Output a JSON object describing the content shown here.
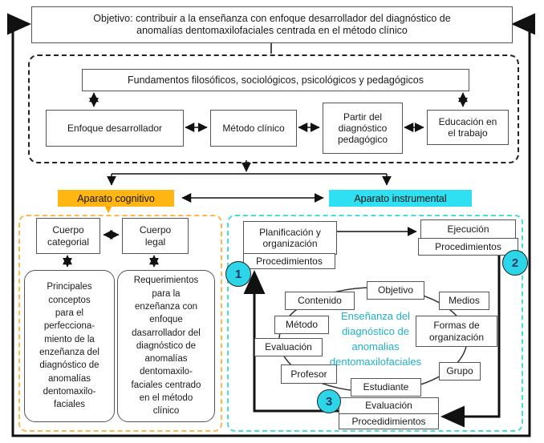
{
  "diagram": {
    "title": "Objetivo: contribuir a la enseñanza con enfoque desarrollador del diagnóstico de\nanomalías dentomaxilofaciales centrada en el método clínico",
    "foundations": {
      "header": "Fundamentos filosóficos, sociológicos, psicológicos y pedagógicos",
      "enfoque": "Enfoque desarrollador",
      "metodo_clinico": "Método clínico",
      "partir": "Partir del\ndiagnóstico\npedagógico",
      "educacion": "Educación en\nel trabajo"
    },
    "aparato_cognitivo": {
      "label": "Aparato cognitivo",
      "bg_color": "#ffb512"
    },
    "aparato_instrumental": {
      "label": "Aparato instrumental",
      "bg_color": "#2ee0f2"
    },
    "cognitivo_panel": {
      "border_color": "#ffb84d",
      "cuerpo_categorial": "Cuerpo\ncategorial",
      "cuerpo_legal": "Cuerpo\nlegal",
      "principales": "Principales\nconceptos\npara el\nperfecciona-\nmiento de la\nenzeñanza del\ndiagnóstico de\nanomalías\ndentomaxilo-\nfaciales",
      "requerimientos": "Requerimientos\npara la\nenzeñanza con\nenfoque\ndasarrollador del\ndiagnóstico de\nanomalías\ndentomaxilo-\nfaciales centrado\nen el método\nclínico"
    },
    "instrumental_panel": {
      "border_color": "#45e0d5",
      "planificacion": "Planificación y\norganización",
      "planificacion_sub": "Procedimientos",
      "ejecucion": "Ejecución",
      "ejecucion_sub": "Procedimientos",
      "step1": "1",
      "step2": "2",
      "step3": "3",
      "step_color": "#2cd5e8",
      "loop_center": "Enseñanza del\ndiagnóstico de\nanomalias\ndentomaxilofaciales",
      "loop_center_color": "#1eb2c8",
      "nodes": [
        "Objetivo",
        "Medios",
        "Formas de\norganización",
        "Grupo",
        "Estudiante",
        "Profesor",
        "Evaluación",
        "Método",
        "Contenido"
      ],
      "evaluacion_final": "Evaluación",
      "evaluacion_final_sub": "Procedidimientos"
    }
  }
}
